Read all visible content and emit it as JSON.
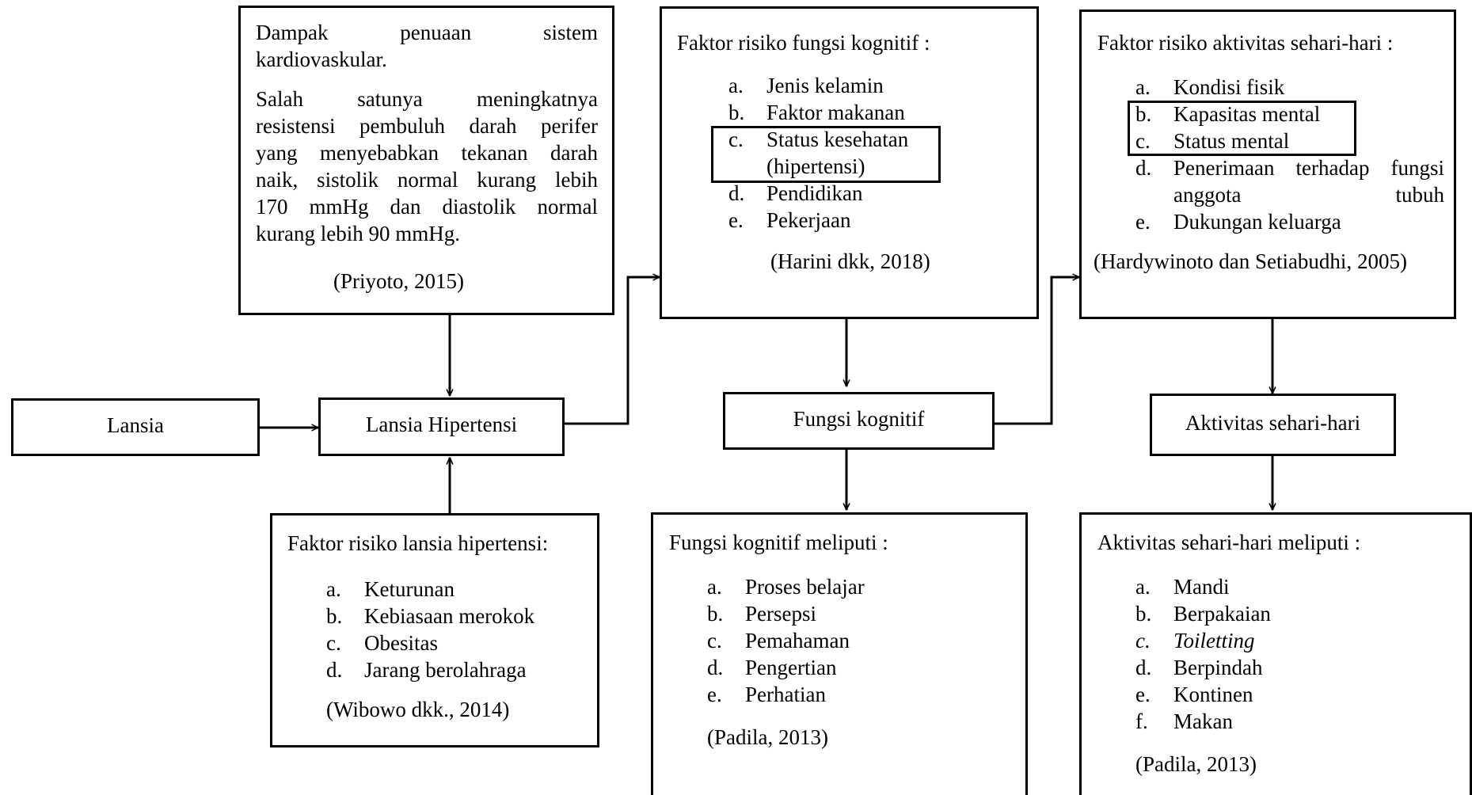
{
  "colors": {
    "line": "#000000",
    "background": "#ffffff"
  },
  "lansia": "Lansia",
  "lansia_hipertensi": "Lansia Hipertensi",
  "fungsi_kognitif": "Fungsi kognitif",
  "aktivitas": "Aktivitas sehari-hari",
  "dampak": {
    "line1_words": [
      "Dampak",
      "penuaan",
      "sistem"
    ],
    "line2": "kardiovaskular.",
    "para2_lines": [
      [
        "Salah",
        "satunya",
        "meningkatnya"
      ],
      [
        "resistensi",
        "pembuluh",
        "darah",
        "perifer"
      ],
      [
        "yang",
        "menyebabkan",
        "tekanan",
        "darah"
      ],
      [
        "naik,",
        "sistolik",
        "normal",
        "kurang",
        "lebih"
      ],
      [
        "170",
        "mmHg",
        "dan",
        "diastolik",
        "normal"
      ]
    ],
    "last_line": "kurang lebih 90 mmHg.",
    "citation": "(Priyoto, 2015)"
  },
  "faktor_kognitif": {
    "heading": "Faktor risiko fungsi kognitif :",
    "items": [
      {
        "marker": "a.",
        "text": "Jenis kelamin"
      },
      {
        "marker": "b.",
        "text": "Faktor makanan"
      },
      {
        "marker": "c.",
        "text": "Status kesehatan (hipertensi)"
      },
      {
        "marker": "d.",
        "text": "Pendidikan"
      },
      {
        "marker": "e.",
        "text": "Pekerjaan"
      }
    ],
    "citation": "(Harini dkk, 2018)"
  },
  "faktor_aktivitas": {
    "heading": "Faktor risiko aktivitas sehari-hari :",
    "items": [
      {
        "marker": "a.",
        "text": "Kondisi fisik"
      },
      {
        "marker": "b.",
        "text": "Kapasitas mental"
      },
      {
        "marker": "c.",
        "text": "Status mental"
      },
      {
        "marker": "d.",
        "text": "Penerimaan terhadap fungsi anggota tubuh"
      },
      {
        "marker": "e.",
        "text": "Dukungan keluarga"
      }
    ],
    "citation": "(Hardywinoto dan Setiabudhi, 2005)"
  },
  "faktor_hipertensi": {
    "heading": "Faktor risiko lansia hipertensi:",
    "items": [
      {
        "marker": "a.",
        "text": "Keturunan"
      },
      {
        "marker": "b.",
        "text": "Kebiasaan merokok"
      },
      {
        "marker": "c.",
        "text": "Obesitas"
      },
      {
        "marker": "d.",
        "text": "Jarang berolahraga"
      }
    ],
    "citation": "(Wibowo dkk., 2014)"
  },
  "kognitif_meliputi": {
    "heading": "Fungsi kognitif meliputi :",
    "items": [
      {
        "marker": "a.",
        "text": "Proses belajar"
      },
      {
        "marker": "b.",
        "text": "Persepsi"
      },
      {
        "marker": "c.",
        "text": "Pemahaman"
      },
      {
        "marker": "d.",
        "text": "Pengertian"
      },
      {
        "marker": "e.",
        "text": "Perhatian"
      }
    ],
    "citation": "(Padila, 2013)"
  },
  "aktivitas_meliputi": {
    "heading": "Aktivitas sehari-hari meliputi :",
    "items": [
      {
        "marker": "a.",
        "text": "Mandi"
      },
      {
        "marker": "b.",
        "text": "Berpakaian"
      },
      {
        "marker": "c.",
        "text": "Toiletting"
      },
      {
        "marker": "d.",
        "text": "Berpindah"
      },
      {
        "marker": "e.",
        "text": "Kontinen"
      },
      {
        "marker": "f.",
        "text": "Makan"
      }
    ],
    "citation": "(Padila, 2013)"
  }
}
